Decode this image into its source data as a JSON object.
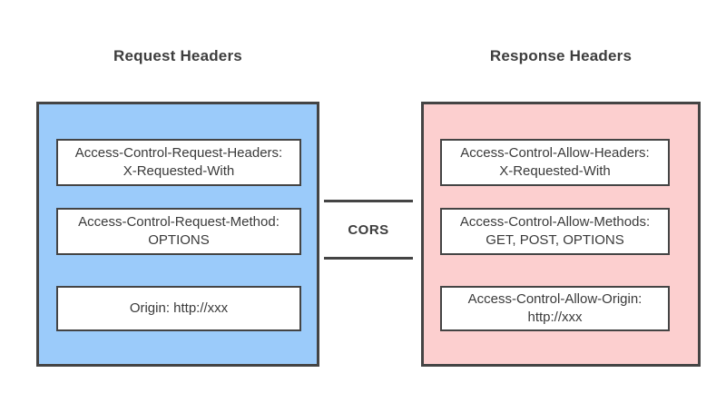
{
  "diagram": {
    "request": {
      "title": "Request Headers",
      "panel_color": "#9bcbfa",
      "boxes": [
        {
          "line1": "Access-Control-Request-Headers:",
          "line2": "X-Requested-With"
        },
        {
          "line1": "Access-Control-Request-Method:",
          "line2": "OPTIONS"
        },
        {
          "line1": "Origin: http://xxx",
          "line2": ""
        }
      ]
    },
    "response": {
      "title": "Response Headers",
      "panel_color": "#fccfcf",
      "boxes": [
        {
          "line1": "Access-Control-Allow-Headers:",
          "line2": "X-Requested-With"
        },
        {
          "line1": "Access-Control-Allow-Methods:",
          "line2": "GET, POST, OPTIONS"
        },
        {
          "line1": "Access-Control-Allow-Origin:",
          "line2": "http://xxx"
        }
      ]
    },
    "connector": {
      "label": "CORS",
      "line_color": "#444444"
    },
    "border_color": "#444444",
    "text_color": "#3a3a3a",
    "background_color": "#ffffff"
  }
}
